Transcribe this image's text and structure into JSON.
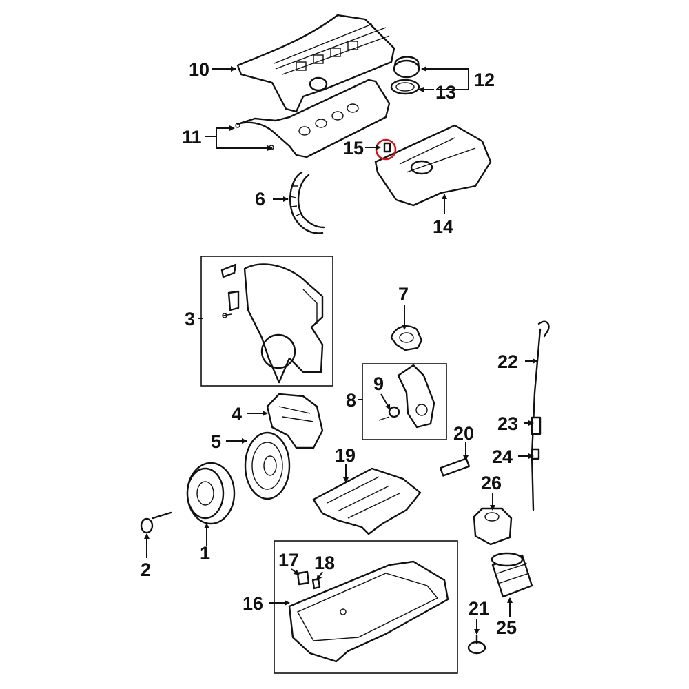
{
  "diagram": {
    "labels": {
      "p1": "1",
      "p2": "2",
      "p3": "3",
      "p4": "4",
      "p5": "5",
      "p6": "6",
      "p7": "7",
      "p8": "8",
      "p9": "9",
      "p10": "10",
      "p11": "11",
      "p12": "12",
      "p13": "13",
      "p14": "14",
      "p15": "15",
      "p16": "16",
      "p17": "17",
      "p18": "18",
      "p19": "19",
      "p20": "20",
      "p21": "21",
      "p22": "22",
      "p23": "23",
      "p24": "24",
      "p25": "25",
      "p26": "26"
    },
    "highlight_color": "#d0141e",
    "highlighted_part": "15"
  }
}
